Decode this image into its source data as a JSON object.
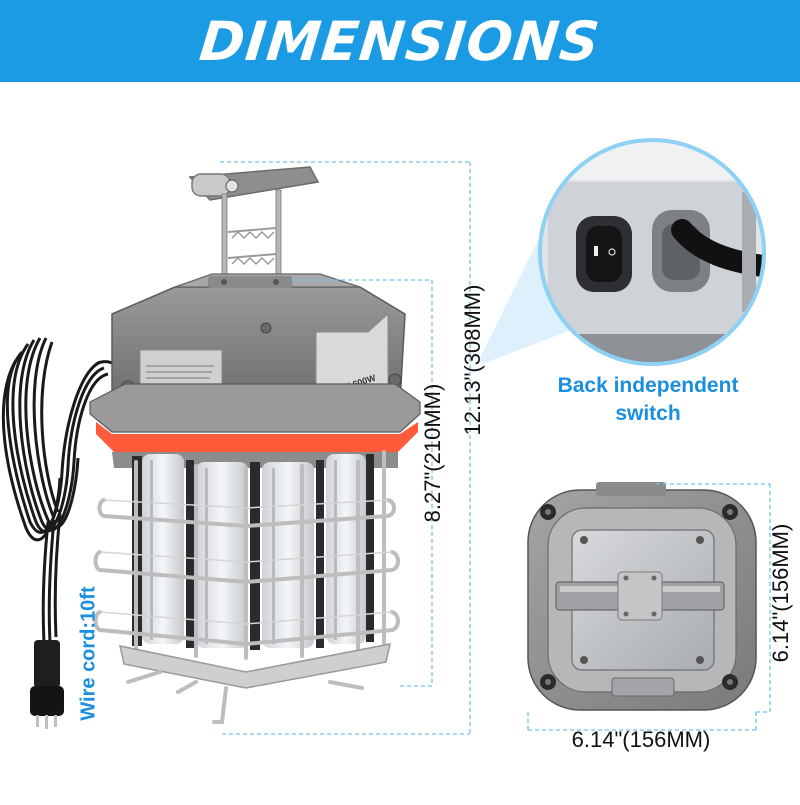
{
  "banner": {
    "title": "DIMENSIONS",
    "color": "#1a9be4"
  },
  "product": {
    "label_max_power": "MAX 600W",
    "accent_color": "#ff5a3a"
  },
  "dimensions": {
    "total_height": "12.13\"(308MM)",
    "body_height": "8.27\"(210MM)",
    "base_depth": "6.14\"(156MM)",
    "base_width": "6.14\"(156MM)"
  },
  "callout": {
    "line1": "Back independent",
    "line2": "switch"
  },
  "wire": {
    "label": "Wire cord:10ft"
  },
  "colors": {
    "dimension_line": "#6fc2ee",
    "text_accent": "#1a8fe0"
  }
}
